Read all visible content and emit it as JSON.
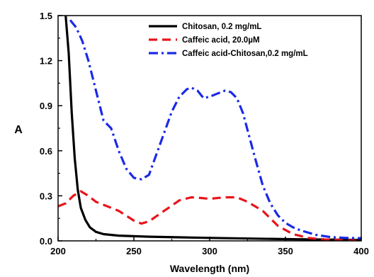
{
  "chart_data": {
    "type": "line",
    "xlabel": "Wavelength (nm)",
    "ylabel": "A",
    "xlim": [
      200,
      400
    ],
    "ylim": [
      0,
      1.5
    ],
    "x_ticks": [
      200,
      250,
      300,
      350,
      400
    ],
    "x_tick_labels": [
      "200",
      "250",
      "300",
      "350",
      "400"
    ],
    "y_ticks": [
      0.0,
      0.3,
      0.6,
      0.9,
      1.2,
      1.5
    ],
    "y_tick_labels": [
      "0.0",
      "0.3",
      "0.6",
      "0.9",
      "1.2",
      "1.5"
    ],
    "grid": false,
    "legend_position": "top-right",
    "series": [
      {
        "name": "Chitosan, 0.2 mg/mL",
        "color": "#000000",
        "style": "solid",
        "x": [
          205,
          207,
          209,
          211,
          213,
          215,
          218,
          221,
          225,
          230,
          240,
          260,
          300,
          350,
          400
        ],
        "y": [
          1.5,
          1.25,
          0.85,
          0.55,
          0.34,
          0.22,
          0.14,
          0.09,
          0.06,
          0.045,
          0.035,
          0.028,
          0.02,
          0.012,
          0.006
        ]
      },
      {
        "name": "Caffeic acid, 20.0µM",
        "color": "#e8141b",
        "style": "dash",
        "x": [
          200,
          205,
          210,
          215,
          220,
          225,
          230,
          240,
          250,
          255,
          260,
          270,
          280,
          288,
          295,
          300,
          310,
          318,
          325,
          335,
          345,
          355,
          365,
          375,
          385,
          400
        ],
        "y": [
          0.23,
          0.25,
          0.3,
          0.33,
          0.3,
          0.26,
          0.24,
          0.2,
          0.135,
          0.115,
          0.13,
          0.2,
          0.27,
          0.29,
          0.285,
          0.28,
          0.29,
          0.29,
          0.26,
          0.2,
          0.1,
          0.045,
          0.02,
          0.01,
          0.005,
          0.0
        ]
      },
      {
        "name": "Caffeic acid-Chitosan,0.2 mg/mL",
        "color": "#1a2ae8",
        "style": "dashdot",
        "x": [
          208,
          212,
          216,
          220,
          225,
          230,
          235,
          240,
          245,
          250,
          255,
          260,
          265,
          270,
          275,
          280,
          285,
          288,
          292,
          296,
          300,
          305,
          310,
          314,
          318,
          322,
          326,
          330,
          335,
          340,
          345,
          350,
          355,
          360,
          370,
          380,
          390,
          400
        ],
        "y": [
          1.47,
          1.42,
          1.33,
          1.2,
          1.0,
          0.8,
          0.75,
          0.6,
          0.48,
          0.42,
          0.41,
          0.44,
          0.58,
          0.72,
          0.86,
          0.96,
          1.01,
          1.02,
          1.0,
          0.95,
          0.96,
          0.98,
          1.0,
          0.99,
          0.95,
          0.85,
          0.7,
          0.55,
          0.37,
          0.25,
          0.17,
          0.12,
          0.09,
          0.07,
          0.04,
          0.025,
          0.02,
          0.018
        ]
      }
    ]
  }
}
